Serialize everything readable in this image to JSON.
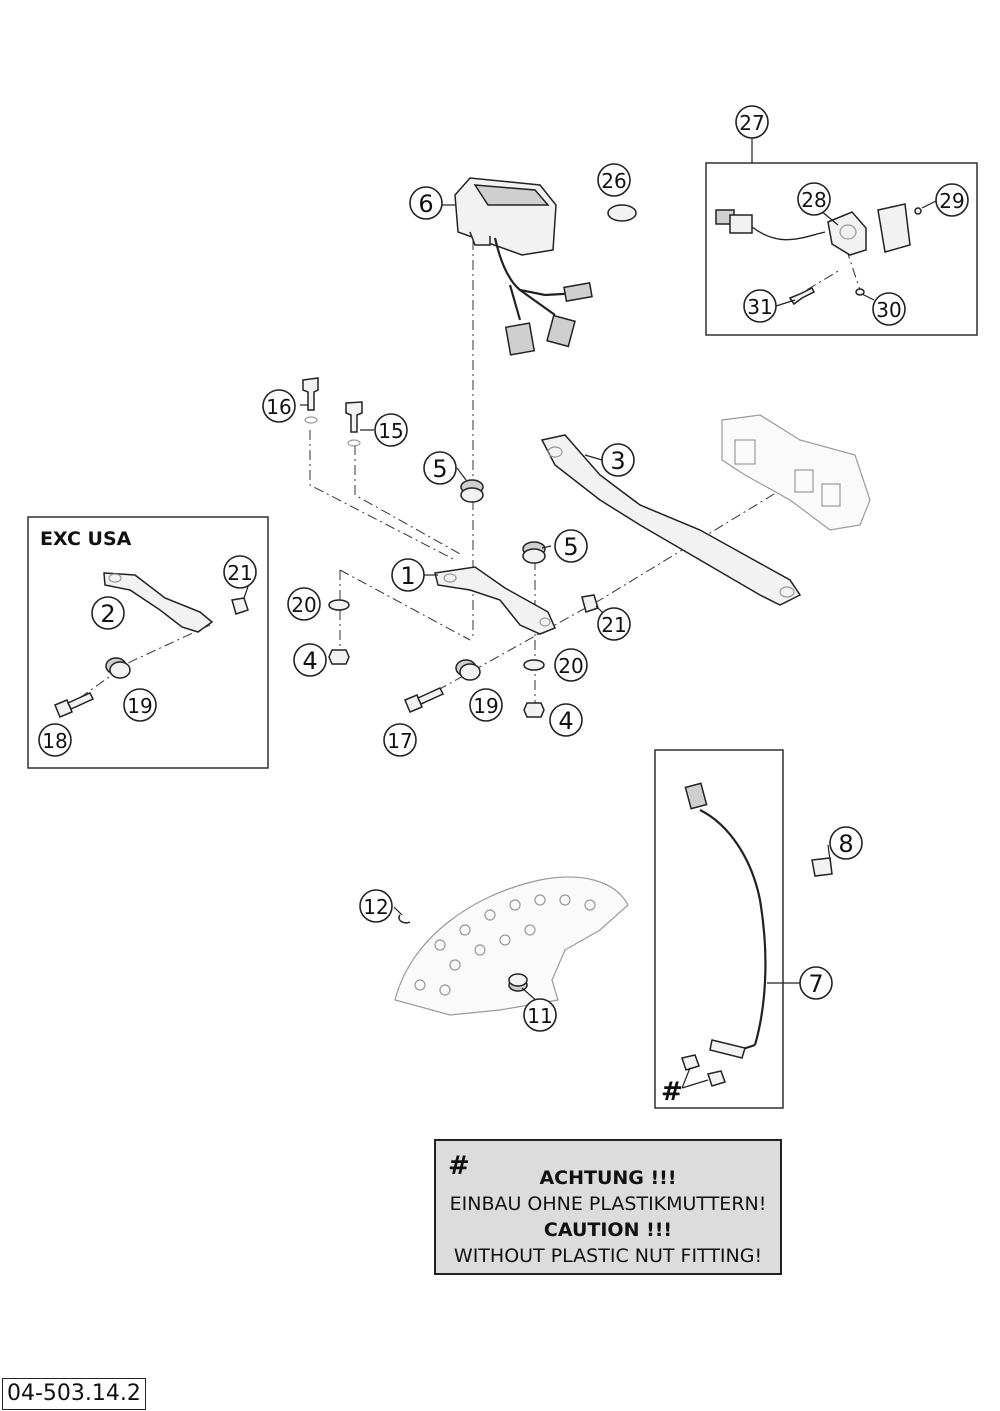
{
  "panels": {
    "exc_usa_label": "EXC USA"
  },
  "callouts": [
    "1",
    "2",
    "3",
    "4",
    "4",
    "5",
    "5",
    "6",
    "7",
    "8",
    "11",
    "12",
    "15",
    "16",
    "17",
    "18",
    "19",
    "19",
    "20",
    "20",
    "21",
    "21",
    "26",
    "27",
    "28",
    "29",
    "30",
    "31"
  ],
  "hash_symbol": "#",
  "caution": {
    "symbol": "#",
    "line1": "ACHTUNG !!!",
    "line2": "EINBAU OHNE PLASTIKMUTTERN!",
    "line3": "CAUTION !!!",
    "line4": "WITHOUT PLASTIC NUT FITTING!"
  },
  "drawing_number": "04-503.14.2"
}
